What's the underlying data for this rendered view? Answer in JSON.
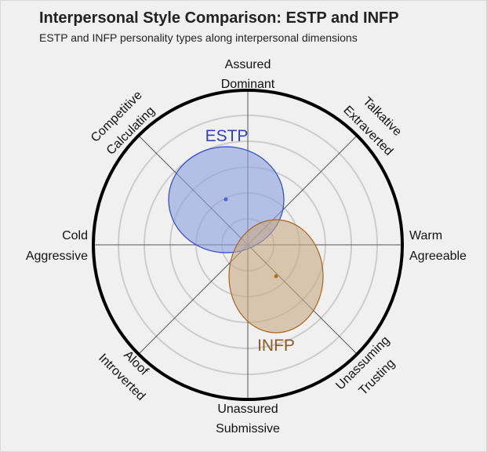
{
  "header": {
    "title": "Interpersonal Style Comparison: ESTP and INFP",
    "subtitle": "ESTP and INFP personality types along interpersonal dimensions"
  },
  "axes": {
    "top": [
      "Assured",
      "Dominant"
    ],
    "bottom": [
      "Unassured",
      "Submissive"
    ],
    "left": [
      "Cold",
      "Aggressive"
    ],
    "right": [
      "Warm",
      "Agreeable"
    ],
    "top_left": [
      "Competitive",
      "Calculating"
    ],
    "top_right": [
      "Talkative",
      "Extraverted"
    ],
    "bottom_left": [
      "Aloof",
      "Introverted"
    ],
    "bottom_right": [
      "Unassuming",
      "Trusting"
    ]
  },
  "series_labels": {
    "estp": "ESTP",
    "infp": "INFP"
  },
  "colors": {
    "estp_fill": "#8c9ee0",
    "estp_stroke": "#2a4bc9",
    "estp_text": "#2f44b0",
    "infp_fill": "#c8a882",
    "infp_stroke": "#a5651e",
    "infp_text": "#8a5a24"
  },
  "chart_data": {
    "type": "scatter",
    "title": "Interpersonal Style Comparison: ESTP and INFP",
    "subtitle": "ESTP and INFP personality types along interpersonal dimensions",
    "xlabel": "Cold/Aggressive ← → Warm/Agreeable",
    "ylabel": "Unassured/Submissive ← → Assured/Dominant",
    "xlim": [
      -6,
      6
    ],
    "ylim": [
      -6,
      6
    ],
    "rings": [
      1,
      2,
      3,
      4,
      5,
      6
    ],
    "series": [
      {
        "name": "ESTP",
        "x": -0.85,
        "y": 1.75,
        "spread_x": 2.2,
        "spread_y": 2.05
      },
      {
        "name": "INFP",
        "x": 1.1,
        "y": -1.2,
        "spread_x": 1.8,
        "spread_y": 2.2
      }
    ]
  }
}
